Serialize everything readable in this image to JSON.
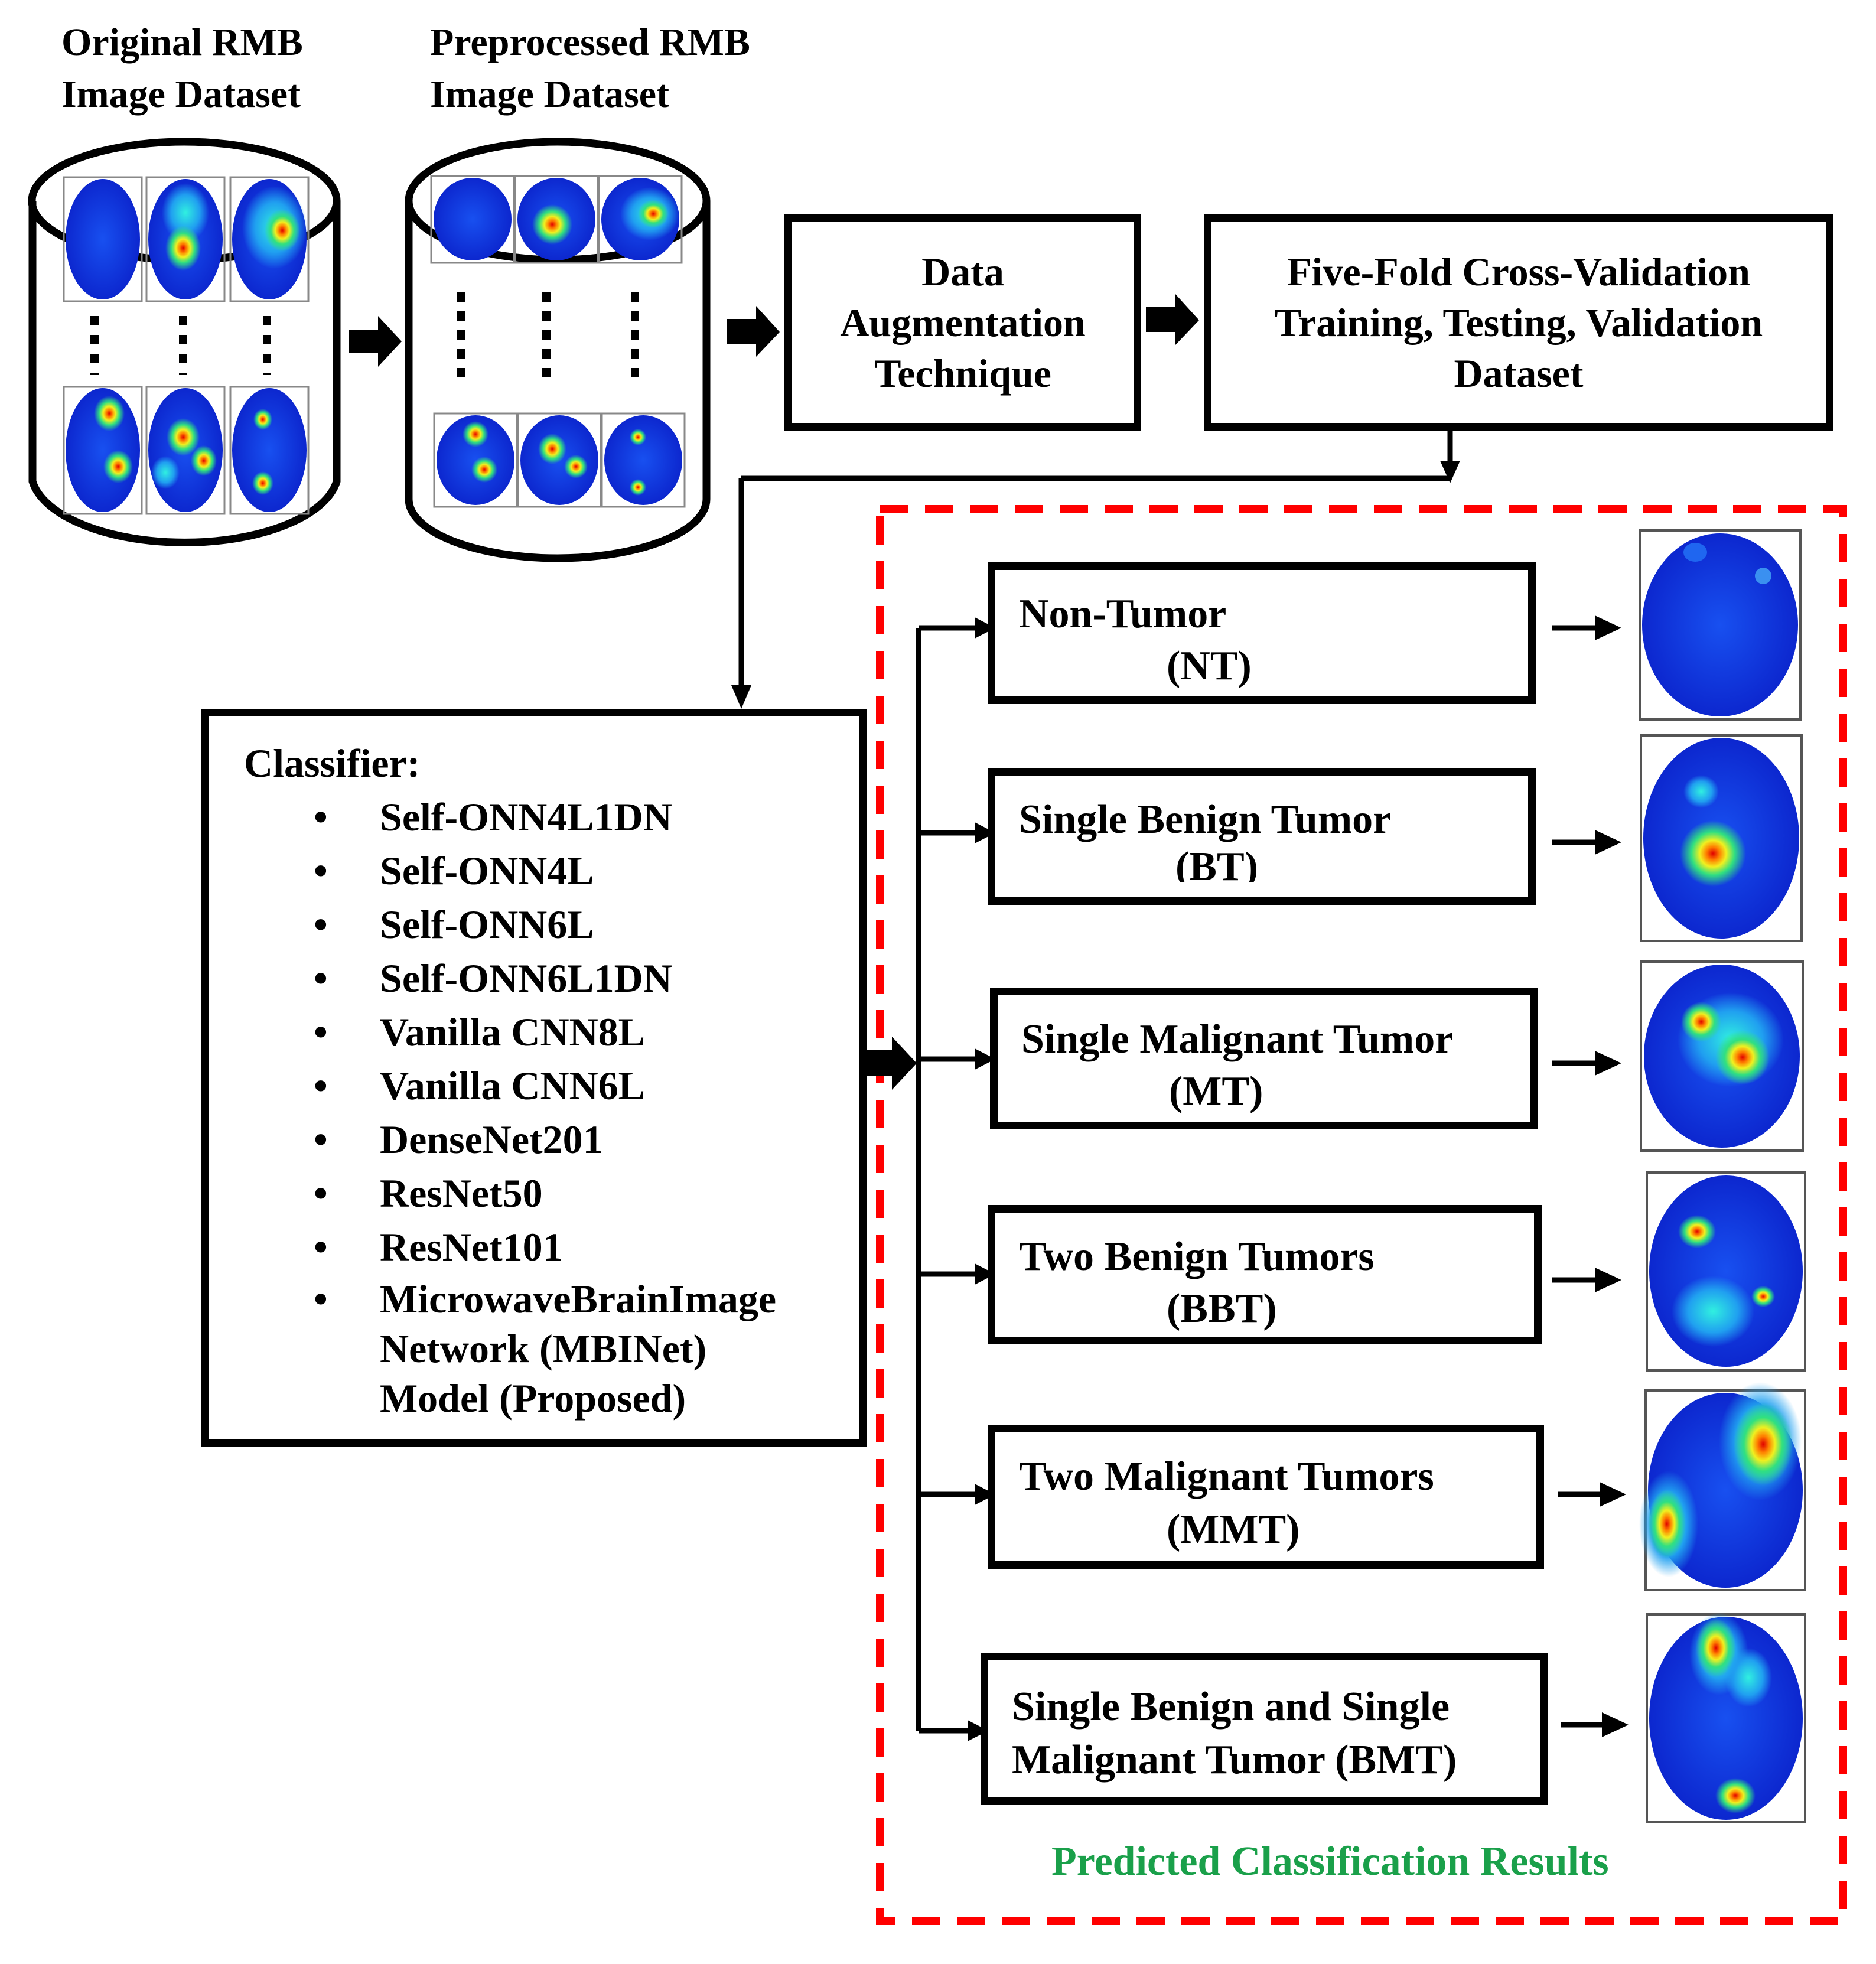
{
  "datasets": {
    "original_title_line1": "Original RMB",
    "original_title_line2": "Image Dataset",
    "preprocessed_title_line1": "Preprocessed RMB",
    "preprocessed_title_line2": "Image Dataset"
  },
  "augmentation": {
    "line1": "Data",
    "line2": "Augmentation",
    "line3": "Technique"
  },
  "crossval": {
    "line1": "Five-Fold Cross-Validation",
    "line2": "Training, Testing, Validation",
    "line3": "Dataset"
  },
  "classifier": {
    "heading": "Classifier:",
    "bullet": "•",
    "models": [
      "Self-ONN4L1DN",
      "Self-ONN4L",
      "Self-ONN6L",
      "Self-ONN6L1DN",
      "Vanilla CNN8L",
      "Vanilla CNN6L",
      "DenseNet201",
      "ResNet50",
      "ResNet101",
      "MicrowaveBrainImage"
    ],
    "last_model_cont1": "Network (MBINet)",
    "last_model_cont2": "Model (Proposed)"
  },
  "classes": [
    {
      "line1": "Non-Tumor",
      "line2": "(NT)"
    },
    {
      "line1": "Single Benign Tumor",
      "line2": "(BT)"
    },
    {
      "line1": "Single Malignant Tumor",
      "line2": "(MT)"
    },
    {
      "line1": "Two Benign Tumors",
      "line2": "(BBT)"
    },
    {
      "line1": "Two Malignant Tumors",
      "line2": "(MMT)"
    },
    {
      "line1": "Single Benign and Single",
      "line2": "Malignant Tumor (BMT)"
    }
  ],
  "results_label": "Predicted Classification Results",
  "colors": {
    "dashed_border": "#ff0000",
    "results_label": "#1aa04a",
    "image_blue": "#1030d8",
    "image_green": "#30e070",
    "image_red": "#e01010"
  }
}
